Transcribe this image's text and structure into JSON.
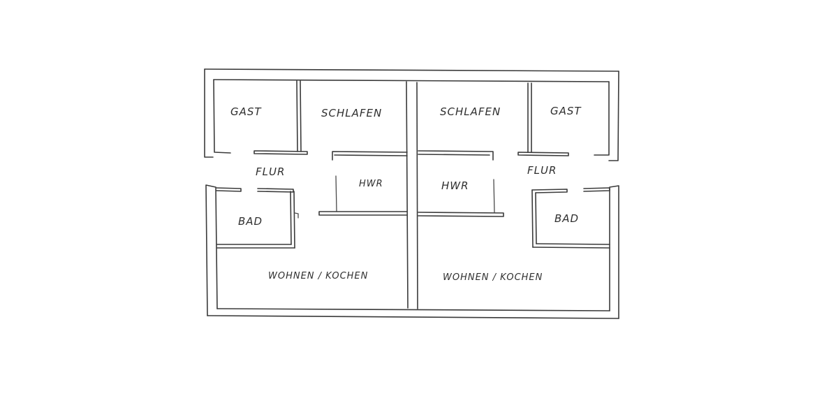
{
  "rooms": {
    "left": {
      "guest": "GAST",
      "bedroom": "SCHLAFEN",
      "hallway": "FLUR",
      "utility": "HWR",
      "bath": "BAD",
      "living_kitchen": "WOHNEN / KOCHEN"
    },
    "right": {
      "guest": "GAST",
      "bedroom": "SCHLAFEN",
      "hallway": "FLUR",
      "utility": "HWR",
      "bath": "BAD",
      "living_kitchen": "WOHNEN / KOCHEN"
    }
  },
  "colors": {
    "line": "#3a3a3a",
    "background": "#ffffff"
  }
}
